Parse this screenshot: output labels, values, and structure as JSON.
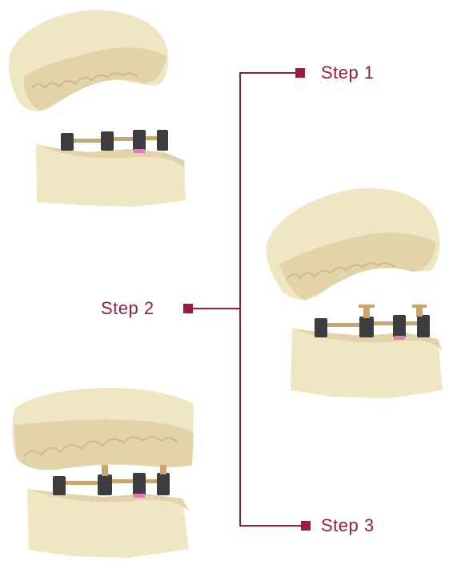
{
  "colors": {
    "accent": "#9b1b45",
    "plaster_light": "#f1e6c3",
    "plaster_mid": "#e2d3a8",
    "plaster_shadow": "#cdbb8a",
    "metal_dark": "#3d3d3d",
    "metal_light": "#5a5a5a",
    "brass": "#c9a66b",
    "pink": "#e27bb6"
  },
  "steps": [
    {
      "label": "Step 1"
    },
    {
      "label": "Step 2"
    },
    {
      "label": "Step 3"
    }
  ],
  "images": [
    {
      "name": "model-step-1",
      "icon": "dental-model-separated-icon"
    },
    {
      "name": "model-step-2",
      "icon": "dental-model-separated-icon"
    },
    {
      "name": "model-step-3",
      "icon": "dental-model-occluded-icon"
    }
  ]
}
